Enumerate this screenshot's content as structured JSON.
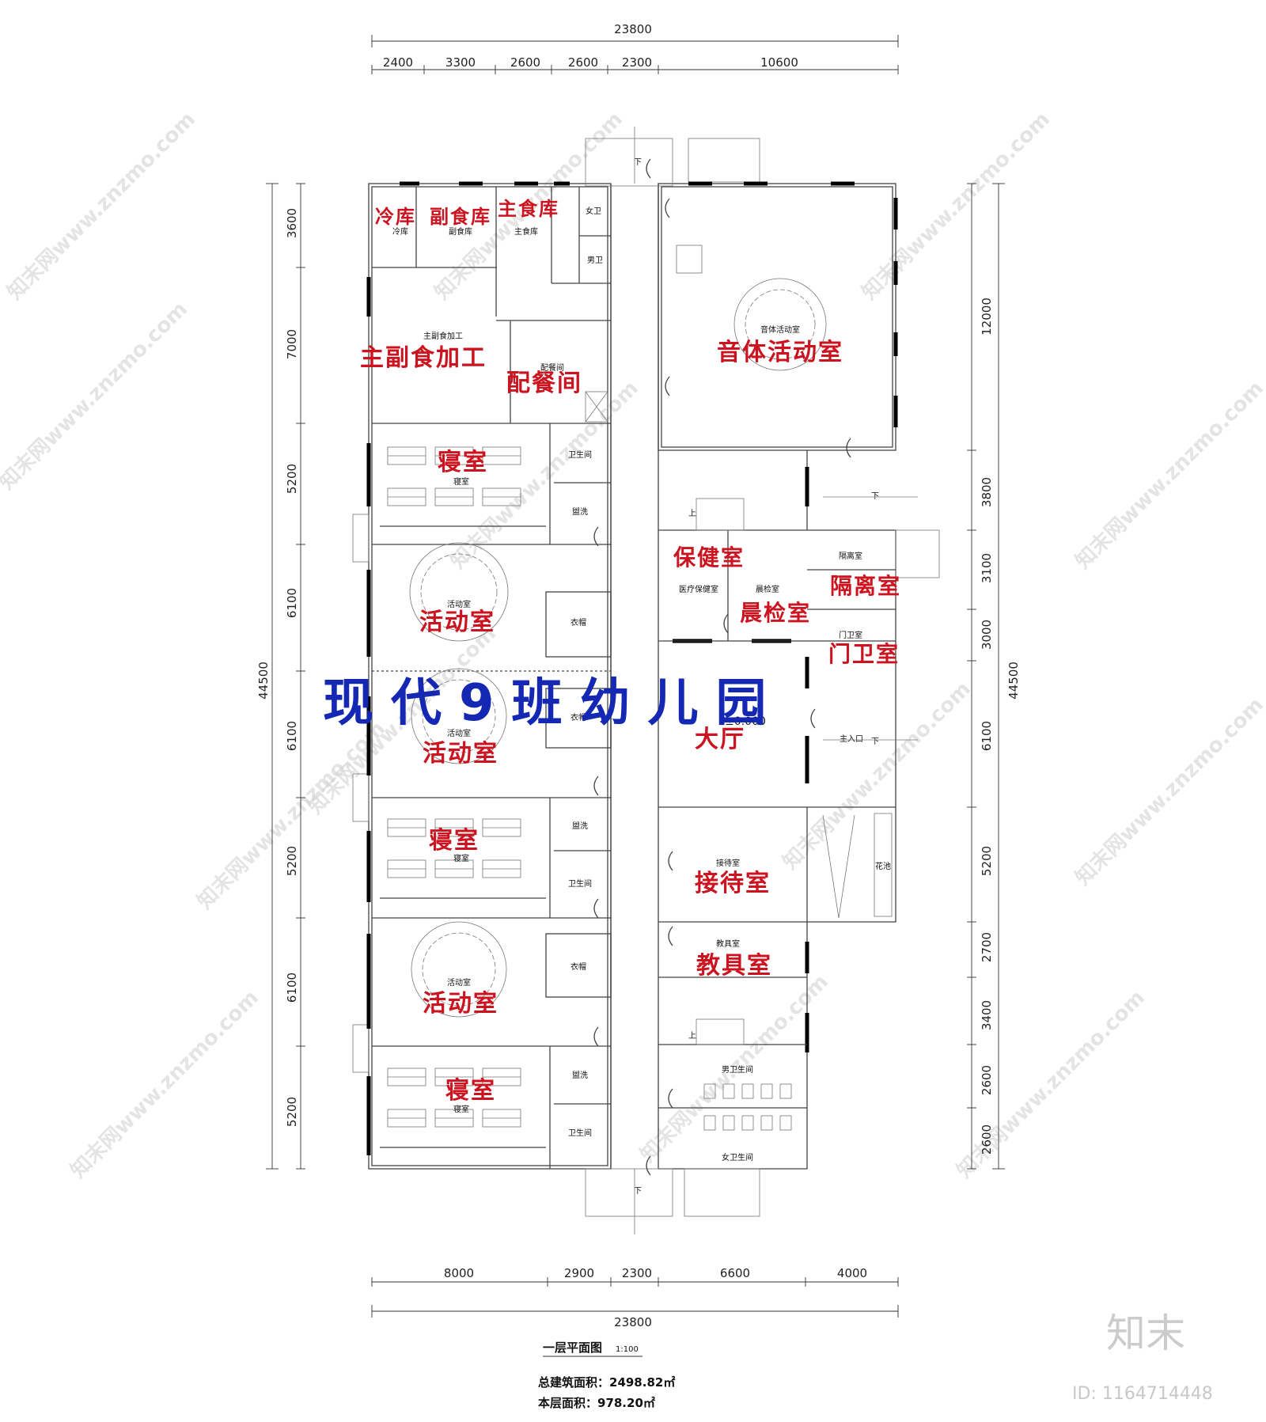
{
  "title": "现代9班幼儿园",
  "dims": {
    "top_total": "23800",
    "top": [
      "2400",
      "3300",
      "2600",
      "2600",
      "2300",
      "10600"
    ],
    "bottom_total": "23800",
    "bottom": [
      "8000",
      "2900",
      "2300",
      "6600",
      "4000"
    ],
    "left_total": "44500",
    "left": [
      "3600",
      "7000",
      "5200",
      "6100",
      "6100",
      "5200",
      "6100",
      "5200"
    ],
    "right_total": "44500",
    "right": [
      "12000",
      "3800",
      "3100",
      "3000",
      "6100",
      "5200",
      "2700",
      "3400",
      "2600",
      "2600"
    ]
  },
  "rooms_small": {
    "cold": "冷库",
    "sub_store": "副食库",
    "main_store": "主食库",
    "women_wc": "女卫",
    "men_wc": "男卫",
    "kitchen": "主副食加工",
    "serving": "配餐间",
    "music": "音体活动室",
    "toilet1": "卫生间",
    "wash1": "盥洗",
    "bed1": "寝室",
    "act1": "活动室",
    "cloak1": "衣帽",
    "act2": "活动室",
    "cloak2": "衣帽",
    "wash2": "盥洗",
    "toilet2": "卫生间",
    "bed2": "寝室",
    "act3": "活动室",
    "cloak3": "衣帽",
    "wash3": "盥洗",
    "toilet3": "卫生间",
    "bed3": "寝室",
    "medical": "医疗保健室",
    "morning": "晨检室",
    "isolation": "隔离室",
    "guard": "门卫室",
    "entrance": "主入口",
    "reception": "接待室",
    "teaching": "教具室",
    "flower": "花池",
    "men_toilet": "男卫生间",
    "women_toilet": "女卫生间",
    "elev": "±0.000"
  },
  "rooms_big": {
    "cold": "冷库",
    "sub_store": "副食库",
    "main_store": "主食库",
    "kitchen": "主副食加工",
    "serving": "配餐间",
    "music": "音体活动室",
    "bed1": "寝室",
    "act1": "活动室",
    "act2": "活动室",
    "bed2": "寝室",
    "act3": "活动室",
    "bed3": "寝室",
    "health": "保健室",
    "isolation": "隔离室",
    "morning": "晨检室",
    "guard": "门卫室",
    "hall": "大厅",
    "reception": "接待室",
    "teaching": "教具室"
  },
  "stairs": {
    "down": "下",
    "up": "上"
  },
  "footer": {
    "plan_name": "一层平面图",
    "scale": "1:100",
    "total_area": "总建筑面积：2498.82㎡",
    "floor_area": "本层面积：978.20㎡"
  },
  "watermark": "知末网www.znzmo.com",
  "brand": {
    "logo": "知末",
    "id": "ID: 1164714448"
  }
}
